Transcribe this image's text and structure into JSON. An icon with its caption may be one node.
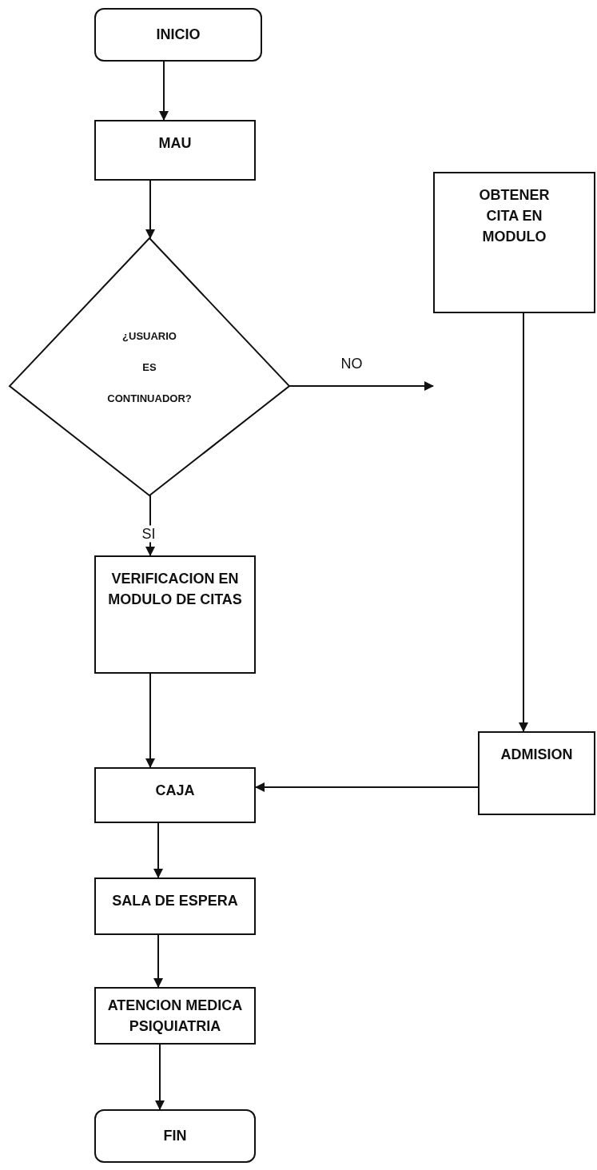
{
  "diagram": {
    "nodes": [
      {
        "text": [
          "INICIO"
        ]
      },
      {
        "text": [
          "MAU"
        ]
      },
      {
        "text": [
          "¿USUARIO ES CONTINUADOR?"
        ]
      },
      {
        "text": [
          "OBTENER CITA EN MODULO"
        ]
      },
      {
        "text": [
          "VERIFICACION EN MODULO DE CITAS"
        ]
      },
      {
        "text": [
          "ADMISION"
        ]
      },
      {
        "text": [
          "CAJA"
        ]
      },
      {
        "text": [
          "SALA DE ESPERA"
        ]
      },
      {
        "text": [
          "ATENCION MEDICA PSIQUIATRIA"
        ]
      },
      {
        "text": [
          "FIN"
        ]
      }
    ],
    "edges": [
      {
        "from": 0,
        "to": 1,
        "arrow": "to"
      },
      {
        "from": 1,
        "to": 2,
        "arrow": "to"
      },
      {
        "from": 2,
        "to": 3,
        "arrow": "to",
        "label": "NO"
      },
      {
        "from": 2,
        "to": 4,
        "arrow": "to",
        "label": "SI"
      },
      {
        "from": 3,
        "to": 5,
        "arrow": "to"
      },
      {
        "from": 5,
        "to": 6,
        "arrow": "to"
      },
      {
        "from": 4,
        "to": 6,
        "arrow": "to"
      },
      {
        "from": 6,
        "to": 7,
        "arrow": "to"
      },
      {
        "from": 7,
        "to": 8,
        "arrow": "to"
      },
      {
        "from": 8,
        "to": 9,
        "arrow": "to"
      }
    ]
  }
}
